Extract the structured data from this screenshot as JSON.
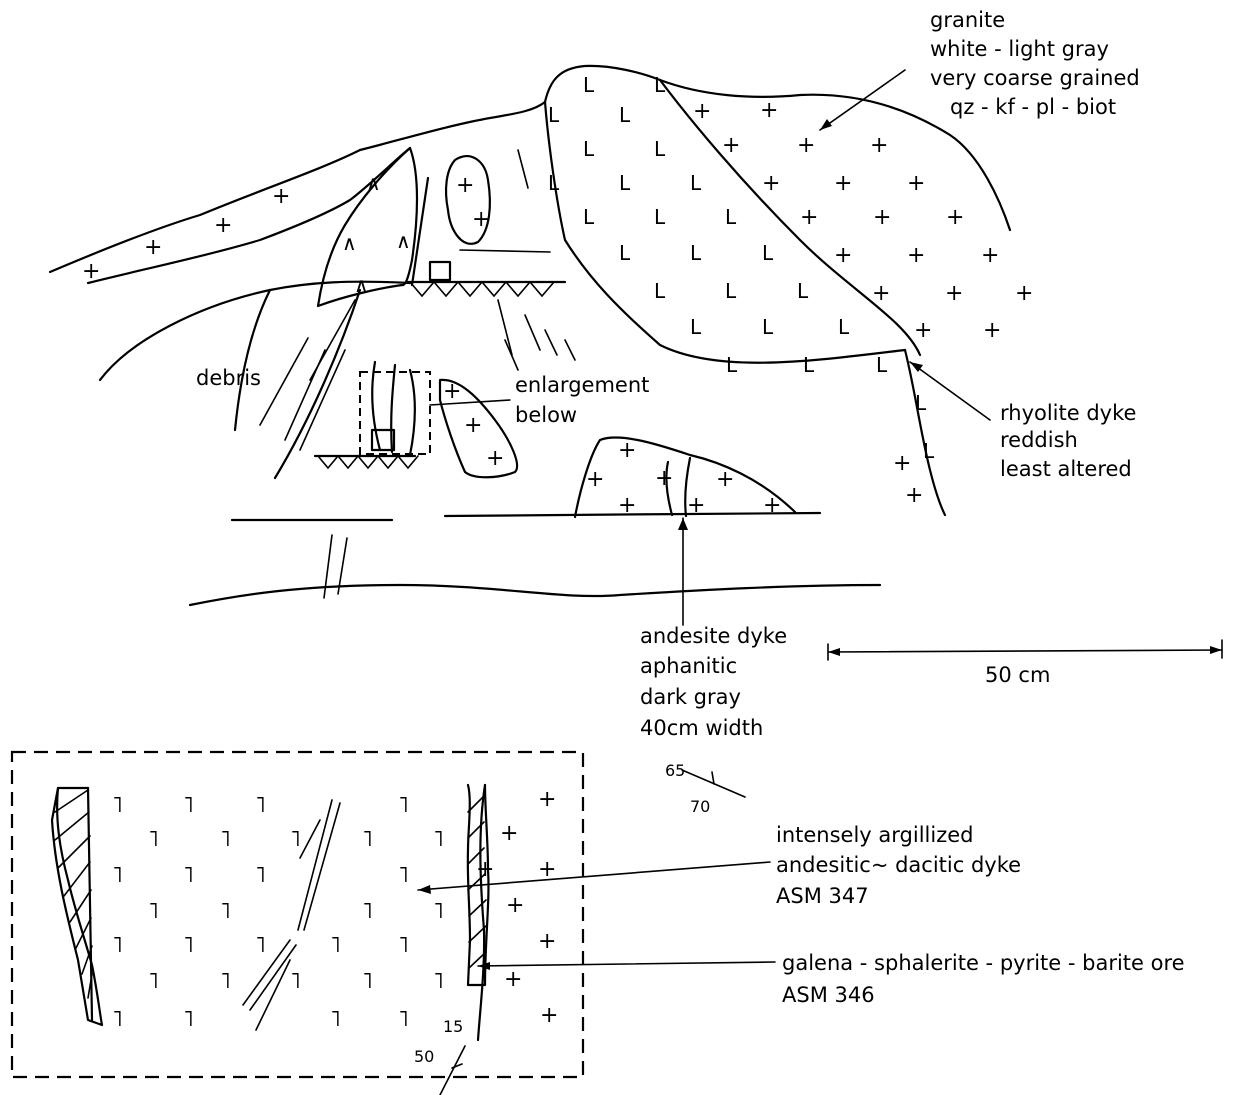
{
  "labels": {
    "granite": [
      "granite",
      "white - light gray",
      "very coarse grained",
      "qz - kf - pl - biot"
    ],
    "rhyolite": [
      "rhyolite dyke",
      "reddish",
      "least altered"
    ],
    "andesite": [
      "andesite dyke",
      "aphanitic",
      "dark gray",
      "40cm width"
    ],
    "debris": "debris",
    "enlargement": [
      "enlargement",
      "below"
    ],
    "scale": "50 cm",
    "argillized": [
      "intensely argillized",
      "andesitic~ dacitic dyke",
      "ASM 347"
    ],
    "ore": [
      "galena - sphalerite - pyrite - barite ore",
      "ASM 346"
    ],
    "attitude_upper": {
      "dip_a": "65",
      "dip_b": "70"
    },
    "attitude_lower": {
      "dip_a": "15",
      "dip_b": "50"
    }
  },
  "symbols": {
    "granite": "+",
    "rhyolite": "L",
    "volcanic": "∧",
    "dacite": "˥"
  }
}
